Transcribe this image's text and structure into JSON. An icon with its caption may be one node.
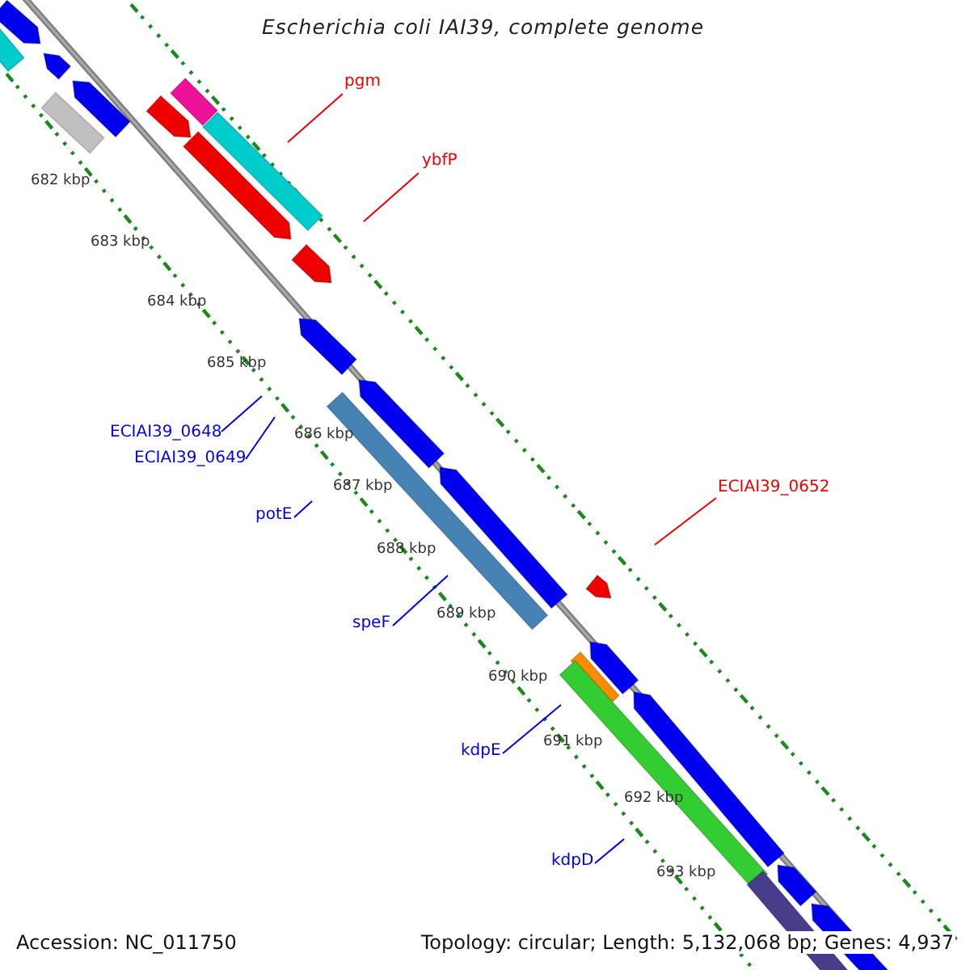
{
  "diagram": {
    "title": "Escherichia coli IAI39, complete genome",
    "nodes": [
      {
        "text": [
          "pgm"
        ]
      },
      {
        "text": [
          "ybfP"
        ]
      },
      {
        "text": [
          "ECIAI39_0652"
        ]
      },
      {
        "text": [
          "ECIAI39_0648"
        ]
      },
      {
        "text": [
          "ECIAI39_0649"
        ]
      },
      {
        "text": [
          "potE"
        ]
      },
      {
        "text": [
          "speF"
        ]
      },
      {
        "text": [
          "kdpE"
        ]
      },
      {
        "text": [
          "kdpD"
        ]
      }
    ],
    "edges": [
      {
        "from": 0,
        "to": null,
        "arrow": "none",
        "color": "#ee0000"
      },
      {
        "from": 1,
        "to": null,
        "arrow": "none",
        "color": "#ee0000"
      },
      {
        "from": 2,
        "to": null,
        "arrow": "none",
        "color": "#ee0000"
      },
      {
        "from": 3,
        "to": null,
        "arrow": "none"
      },
      {
        "from": 4,
        "to": null,
        "arrow": "none"
      },
      {
        "from": 5,
        "to": null,
        "arrow": "none"
      },
      {
        "from": 6,
        "to": null,
        "arrow": "none"
      },
      {
        "from": 7,
        "to": null,
        "arrow": "none"
      },
      {
        "from": 8,
        "to": null,
        "arrow": "none"
      }
    ],
    "labels": [
      "682 kbp",
      "683 kbp",
      "684 kbp",
      "685 kbp",
      "686 kbp",
      "687 kbp",
      "688 kbp",
      "689 kbp",
      "690 kbp",
      "691 kbp",
      "692 kbp",
      "693 kbp",
      "Accession: NC_011750",
      "Topology: circular; Length: 5,132,068 bp; Genes: 4,937"
    ]
  }
}
